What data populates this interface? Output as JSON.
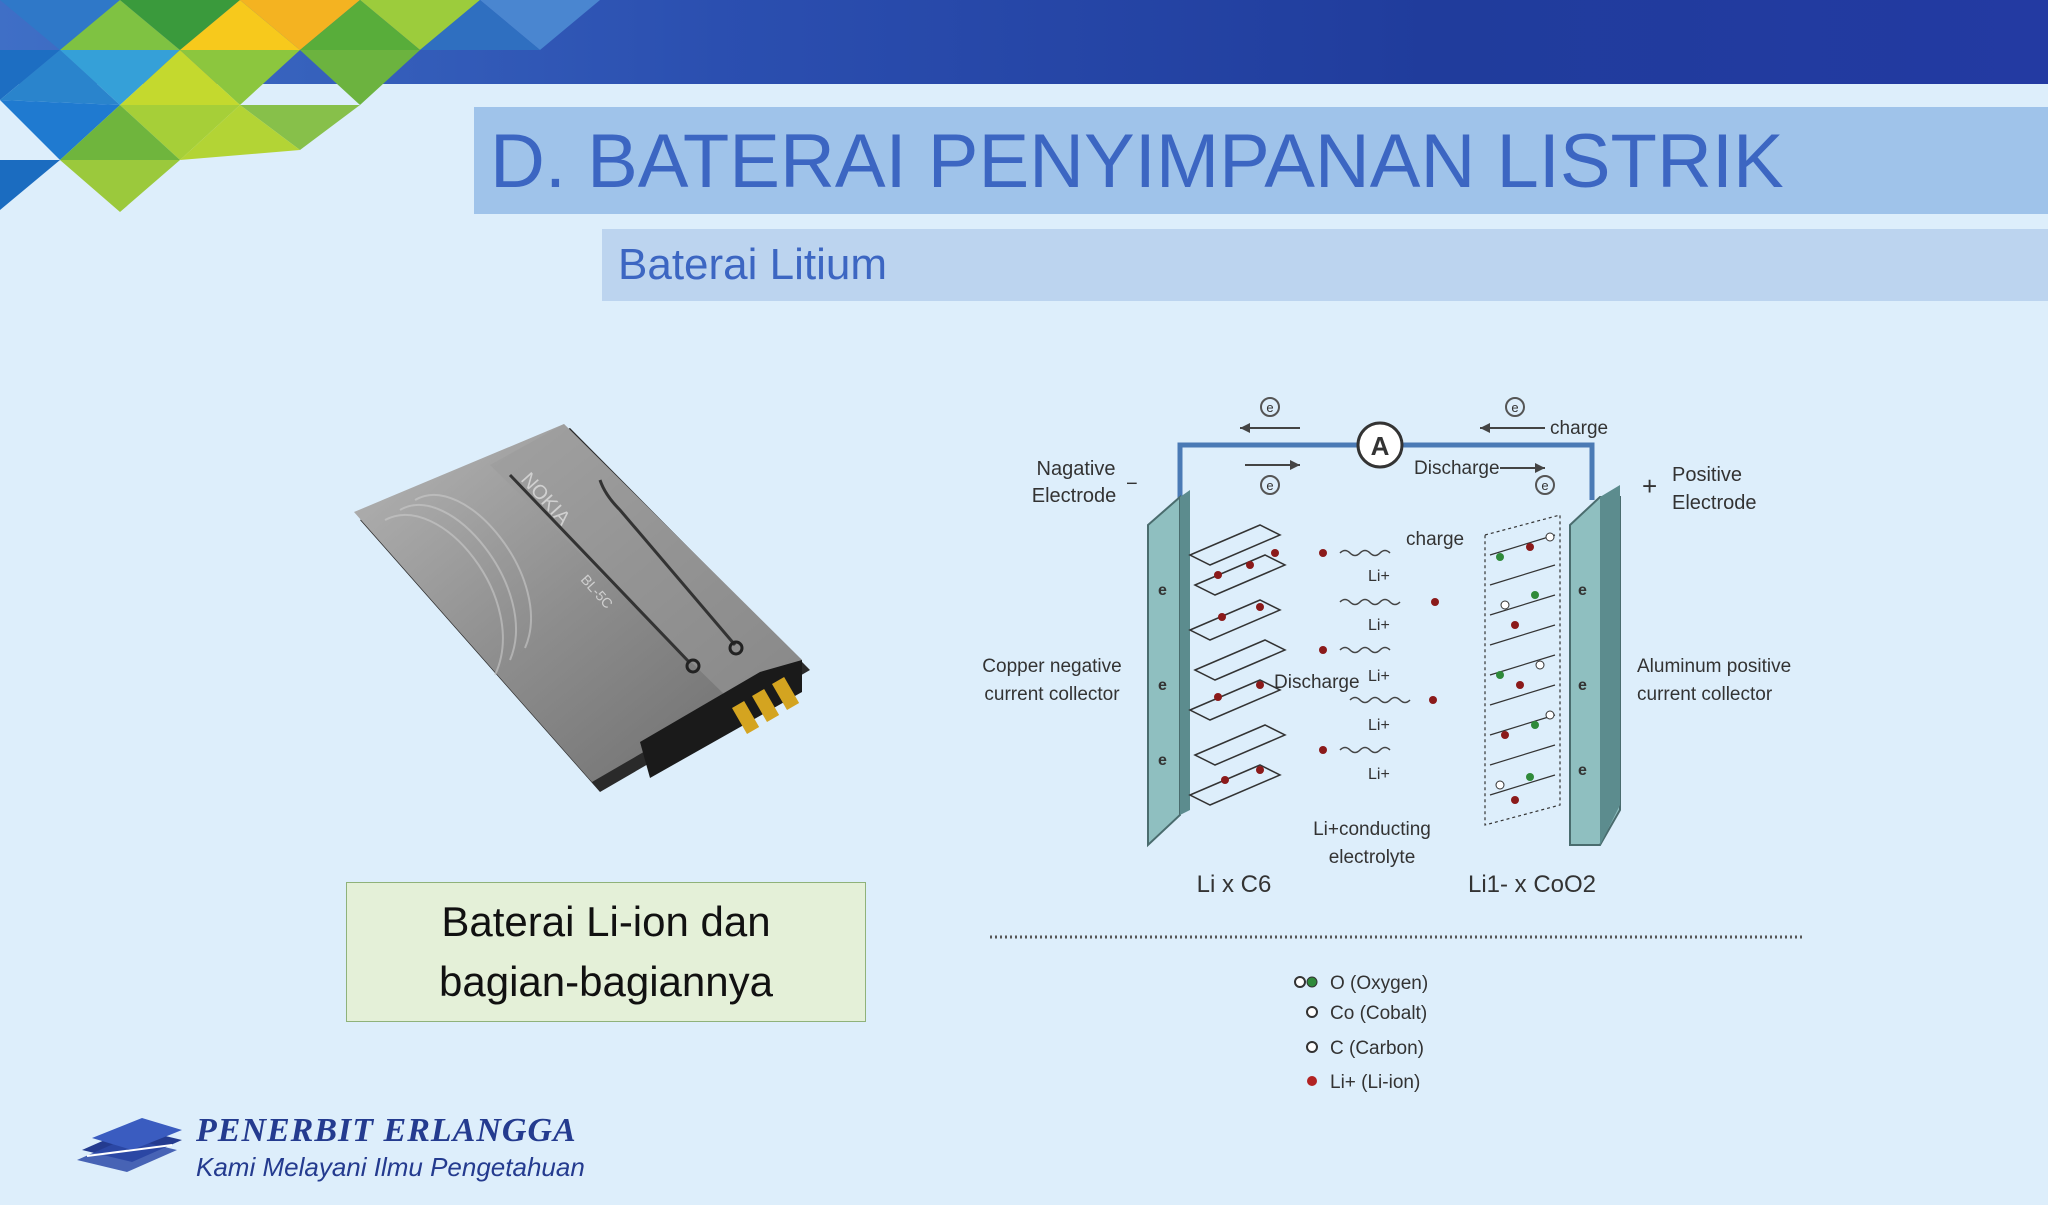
{
  "slide": {
    "title": "D. BATERAI PENYIMPANAN LISTRIK",
    "subtitle": "Baterai Litium"
  },
  "caption": {
    "line1": "Baterai Li-ion dan",
    "line2": "bagian-bagiannya"
  },
  "battery": {
    "brand": "NOKIA",
    "model": "BL-5C"
  },
  "diagram": {
    "ammeter": "A",
    "electron": "e",
    "charge_top": "charge",
    "discharge_top": "Discharge",
    "negative_electrode": [
      "Nagative",
      "Electrode"
    ],
    "negative_sign": "−",
    "positive_electrode": [
      "Positive",
      "Electrode"
    ],
    "positive_sign": "+",
    "copper_collector": [
      "Copper negative",
      "current collector"
    ],
    "aluminum_collector": [
      "Aluminum positive",
      "current collector"
    ],
    "charge_mid": "charge",
    "discharge_mid": "Discharge",
    "li_ion": "Li+",
    "electrolyte": [
      "Li+conducting",
      "electrolyte"
    ],
    "anode_formula": "Li x C6",
    "cathode_formula": "Li1- x CoO2"
  },
  "legend": [
    {
      "symbol": "oo",
      "text": "O  (Oxygen)"
    },
    {
      "symbol": "o",
      "text": "Co (Cobalt)"
    },
    {
      "symbol": "o",
      "text": "C  (Carbon)"
    },
    {
      "symbol": "•",
      "text": "Li+ (Li-ion)"
    }
  ],
  "publisher": {
    "name": "PENERBIT ERLANGGA",
    "tagline": "Kami Melayani Ilmu Pengetahuan"
  },
  "colors": {
    "background": "#ddeefb",
    "title_bar": "#9fc3ea",
    "subtitle_bar": "#bcd4ef",
    "title_text": "#3c66c2",
    "caption_bg": "#e4f0d8",
    "brand": "#243b8f"
  }
}
